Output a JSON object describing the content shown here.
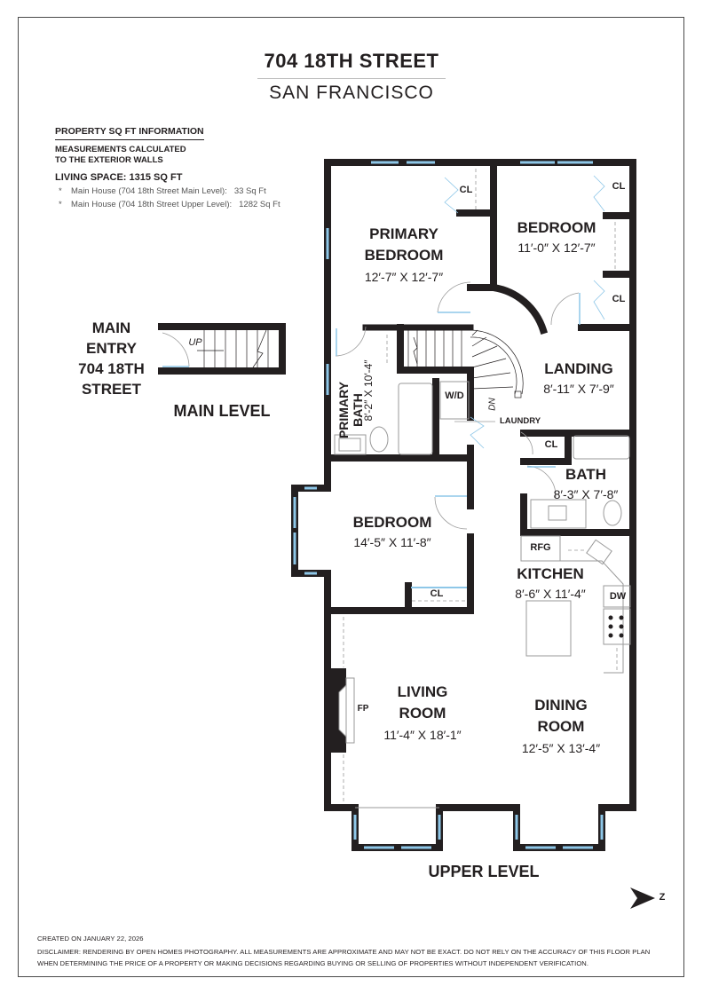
{
  "header": {
    "title": "704 18TH STREET",
    "subtitle": "SAN FRANCISCO"
  },
  "info": {
    "heading": "PROPERTY SQ FT INFORMATION",
    "note_line1": "MEASUREMENTS CALCULATED",
    "note_line2": "TO THE EXTERIOR WALLS",
    "living_space": "LIVING SPACE: 1315 SQ FT",
    "items": [
      {
        "bullet": "*",
        "label": "Main House (704 18th Street Main Level):",
        "value": "33 Sq Ft"
      },
      {
        "bullet": "*",
        "label": "Main House (704 18th Street Upper Level):",
        "value": "1282 Sq Ft"
      }
    ]
  },
  "main_level": {
    "entry_label_lines": [
      "MAIN",
      "ENTRY",
      "704 18TH",
      "STREET"
    ],
    "level_label": "MAIN LEVEL",
    "stair_label": "UP"
  },
  "upper_level": {
    "level_label": "UPPER LEVEL",
    "rooms": {
      "primary_bedroom": {
        "name_lines": [
          "PRIMARY",
          "BEDROOM"
        ],
        "dims": "12′-7″ X 12′-7″"
      },
      "bedroom_1": {
        "name": "BEDROOM",
        "dims": "11′-0″ X 12′-7″"
      },
      "primary_bath": {
        "name_lines": [
          "PRIMARY",
          "BATH"
        ],
        "dims": "8′-2″ X 10′-4″"
      },
      "landing": {
        "name": "LANDING",
        "dims": "8′-11″ X 7′-9″"
      },
      "bath": {
        "name": "BATH",
        "dims": "8′-3″ X 7′-8″"
      },
      "bedroom_2": {
        "name": "BEDROOM",
        "dims": "14′-5″ X 11′-8″"
      },
      "kitchen": {
        "name": "KITCHEN",
        "dims": "8′-6″ X 11′-4″"
      },
      "living_room": {
        "name_lines": [
          "LIVING",
          "ROOM"
        ],
        "dims": "11′-4″ X 18′-1″"
      },
      "dining_room": {
        "name_lines": [
          "DINING",
          "ROOM"
        ],
        "dims": "12′-5″ X 13′-4″"
      }
    },
    "fixtures": {
      "closet": "CL",
      "washer_dryer": "W/D",
      "laundry": "LAUNDRY",
      "stair_down": "DN",
      "refrigerator": "RFG",
      "dishwasher": "DW",
      "fireplace": "FP"
    }
  },
  "compass": {
    "north_label": "Z"
  },
  "footer": {
    "created": "CREATED ON JANUARY 22, 2026",
    "disclaimer_line1": "DISCLAIMER: RENDERING BY OPEN HOMES PHOTOGRAPHY. ALL MEASUREMENTS ARE APPROXIMATE AND MAY NOT BE EXACT. DO NOT RELY ON THE ACCURACY OF THIS FLOOR PLAN",
    "disclaimer_line2": "WHEN DETERMINING THE PRICE OF A PROPERTY OR MAKING DECISIONS REGARDING BUYING OR SELLING OF PROPERTIES WITHOUT INDEPENDENT VERIFICATION."
  },
  "colors": {
    "wall": "#231f20",
    "window": "#8ec7e8",
    "fixture": "#9a9a9a",
    "frame": "#4a4a4a"
  }
}
